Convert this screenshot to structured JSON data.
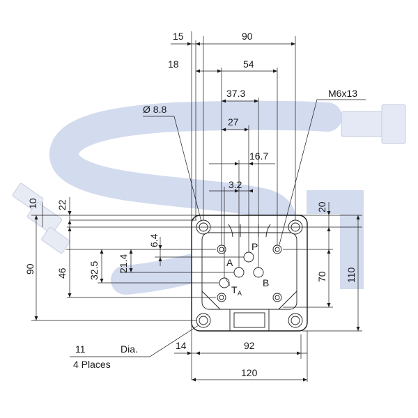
{
  "drawing": {
    "dims": {
      "d15": "15",
      "d90_top": "90",
      "d18": "18",
      "d54": "54",
      "d37_3": "37.3",
      "d27": "27",
      "d16_7": "16.7",
      "d3_2": "3.2",
      "d6_4": "6.4",
      "d21_4": "21.4",
      "d32_5": "32.5",
      "d46": "46",
      "d90_left": "90",
      "d10": "10",
      "d22": "22",
      "d20": "20",
      "d70": "70",
      "d110": "110",
      "d14": "14",
      "d92": "92",
      "d120": "120"
    },
    "labels": {
      "dia88": "Ø 8.8",
      "m6x13": "M6x13",
      "port_p": "P",
      "port_a": "A",
      "port_b": "B",
      "port_t": "T",
      "port_t_sub": "A",
      "hole_size": "11",
      "hole_dia": "Dia.",
      "hole_count": "4 Places"
    },
    "colors": {
      "watermark": "#d3dbef",
      "ink": "#1a1a1a"
    }
  }
}
